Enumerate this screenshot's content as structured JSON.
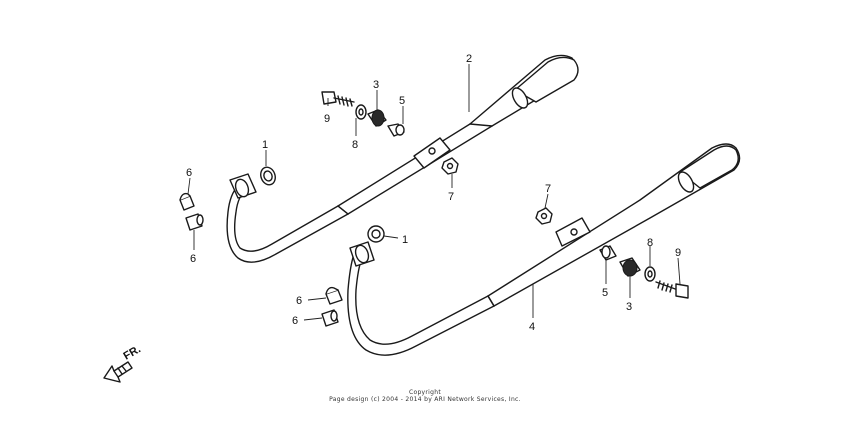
{
  "callouts": [
    {
      "label": "2"
    },
    {
      "label": "3"
    },
    {
      "label": "5"
    },
    {
      "label": "9"
    },
    {
      "label": "8"
    },
    {
      "label": "1"
    },
    {
      "label": "6"
    },
    {
      "label": "6"
    },
    {
      "label": "7"
    },
    {
      "label": "7"
    },
    {
      "label": "1"
    },
    {
      "label": "8"
    },
    {
      "label": "9"
    },
    {
      "label": "5"
    },
    {
      "label": "3"
    },
    {
      "label": "6"
    },
    {
      "label": "6"
    },
    {
      "label": "4"
    }
  ],
  "direction": {
    "label": "FR."
  },
  "copyright": {
    "line1": "Copyright",
    "line2": "Page design (c) 2004 - 2014 by ARI Network Services, Inc."
  }
}
